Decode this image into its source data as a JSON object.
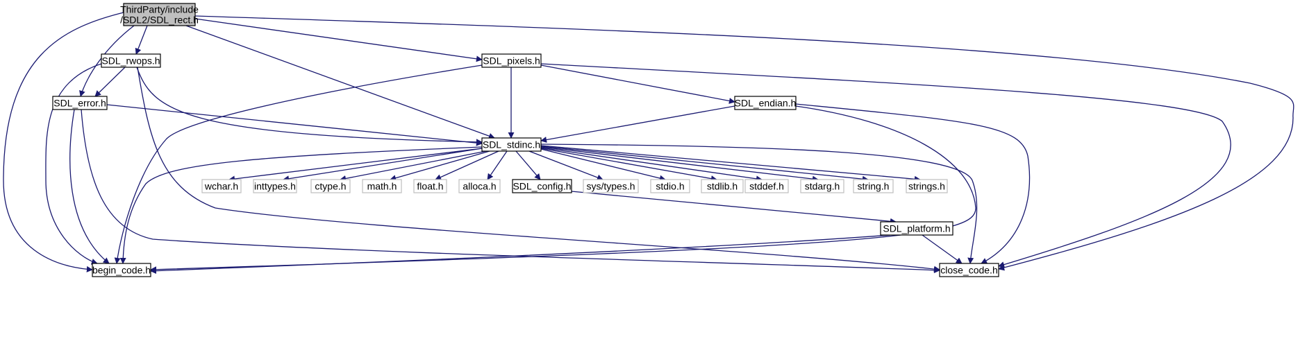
{
  "colors": {
    "edge": "#191970",
    "root_fill": "#bfbfbf",
    "local_border": "#000000",
    "system_border": "#bfbfbf"
  },
  "nodes": {
    "sdl_rect": {
      "lines": [
        "ThirdParty/include",
        "/SDL2/SDL_rect.h"
      ],
      "kind": "root"
    },
    "sdl_rwops": {
      "lines": [
        "SDL_rwops.h"
      ],
      "kind": "local"
    },
    "sdl_pixels": {
      "lines": [
        "SDL_pixels.h"
      ],
      "kind": "local"
    },
    "sdl_error": {
      "lines": [
        "SDL_error.h"
      ],
      "kind": "local"
    },
    "sdl_endian": {
      "lines": [
        "SDL_endian.h"
      ],
      "kind": "local"
    },
    "sdl_stdinc": {
      "lines": [
        "SDL_stdinc.h"
      ],
      "kind": "local"
    },
    "wchar": {
      "lines": [
        "wchar.h"
      ],
      "kind": "system"
    },
    "inttypes": {
      "lines": [
        "inttypes.h"
      ],
      "kind": "system"
    },
    "ctype": {
      "lines": [
        "ctype.h"
      ],
      "kind": "system"
    },
    "math": {
      "lines": [
        "math.h"
      ],
      "kind": "system"
    },
    "float": {
      "lines": [
        "float.h"
      ],
      "kind": "system"
    },
    "alloca": {
      "lines": [
        "alloca.h"
      ],
      "kind": "system"
    },
    "sdl_config": {
      "lines": [
        "SDL_config.h"
      ],
      "kind": "local"
    },
    "sys_types": {
      "lines": [
        "sys/types.h"
      ],
      "kind": "system"
    },
    "stdio": {
      "lines": [
        "stdio.h"
      ],
      "kind": "system"
    },
    "stdlib": {
      "lines": [
        "stdlib.h"
      ],
      "kind": "system"
    },
    "stddef": {
      "lines": [
        "stddef.h"
      ],
      "kind": "system"
    },
    "stdarg": {
      "lines": [
        "stdarg.h"
      ],
      "kind": "system"
    },
    "string": {
      "lines": [
        "string.h"
      ],
      "kind": "system"
    },
    "strings": {
      "lines": [
        "strings.h"
      ],
      "kind": "system"
    },
    "sdl_platform": {
      "lines": [
        "SDL_platform.h"
      ],
      "kind": "local"
    },
    "begin_code": {
      "lines": [
        "begin_code.h"
      ],
      "kind": "local"
    },
    "close_code": {
      "lines": [
        "close_code.h"
      ],
      "kind": "local"
    }
  },
  "edges": [
    [
      "sdl_rect",
      "sdl_rwops"
    ],
    [
      "sdl_rect",
      "sdl_error"
    ],
    [
      "sdl_rect",
      "begin_code"
    ],
    [
      "sdl_rect",
      "sdl_pixels"
    ],
    [
      "sdl_rect",
      "sdl_stdinc"
    ],
    [
      "sdl_rect",
      "close_code"
    ],
    [
      "sdl_rwops",
      "sdl_error"
    ],
    [
      "sdl_rwops",
      "begin_code"
    ],
    [
      "sdl_rwops",
      "sdl_stdinc"
    ],
    [
      "sdl_rwops",
      "close_code"
    ],
    [
      "sdl_error",
      "sdl_stdinc"
    ],
    [
      "sdl_error",
      "begin_code"
    ],
    [
      "sdl_error",
      "close_code"
    ],
    [
      "sdl_pixels",
      "sdl_stdinc"
    ],
    [
      "sdl_pixels",
      "sdl_endian"
    ],
    [
      "sdl_pixels",
      "begin_code"
    ],
    [
      "sdl_pixels",
      "close_code"
    ],
    [
      "sdl_endian",
      "sdl_stdinc"
    ],
    [
      "sdl_endian",
      "begin_code"
    ],
    [
      "sdl_endian",
      "close_code"
    ],
    [
      "sdl_stdinc",
      "wchar"
    ],
    [
      "sdl_stdinc",
      "inttypes"
    ],
    [
      "sdl_stdinc",
      "ctype"
    ],
    [
      "sdl_stdinc",
      "math"
    ],
    [
      "sdl_stdinc",
      "float"
    ],
    [
      "sdl_stdinc",
      "alloca"
    ],
    [
      "sdl_stdinc",
      "sdl_config"
    ],
    [
      "sdl_stdinc",
      "sys_types"
    ],
    [
      "sdl_stdinc",
      "stdio"
    ],
    [
      "sdl_stdinc",
      "stdlib"
    ],
    [
      "sdl_stdinc",
      "stddef"
    ],
    [
      "sdl_stdinc",
      "stdarg"
    ],
    [
      "sdl_stdinc",
      "string"
    ],
    [
      "sdl_stdinc",
      "strings"
    ],
    [
      "sdl_stdinc",
      "begin_code"
    ],
    [
      "sdl_stdinc",
      "close_code"
    ],
    [
      "sdl_config",
      "sdl_platform"
    ],
    [
      "sdl_platform",
      "begin_code"
    ],
    [
      "sdl_platform",
      "close_code"
    ]
  ]
}
